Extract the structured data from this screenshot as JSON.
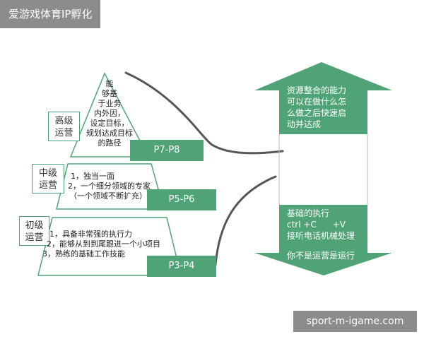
{
  "header": {
    "title": "爱游戏体育IP孵化"
  },
  "watermark": {
    "text": "sport-m-igame.com"
  },
  "levels": {
    "senior": {
      "label": [
        "高级",
        "运营"
      ],
      "range": "P7-P8",
      "desc": [
        "能",
        "够基",
        "于业务",
        "内外因，",
        "设定目标，",
        "规划达成目标",
        "的路径"
      ]
    },
    "middle": {
      "label": [
        "中级",
        "运营"
      ],
      "range": "P5-P6",
      "desc": [
        "1，独当一面",
        "2，一个细分领域的专家",
        "（一个领域不断扩充）"
      ]
    },
    "junior": {
      "label": [
        "初级",
        "运营"
      ],
      "range": "P3-P4",
      "desc": [
        "1，具备非常强的执行力",
        "2，能够从到到尾跟进一个小项目",
        "3，熟练的基础工作技能"
      ]
    }
  },
  "up_arrow": {
    "lines": [
      "资源整合的能力",
      "可以在做什么怎",
      "么做之后快速启",
      "动并达成"
    ]
  },
  "down_arrow": {
    "lines": [
      "基础的执行",
      "ctrl +C      +V",
      "接听电话机械处理",
      "",
      "你不是运营是运行"
    ]
  },
  "colors": {
    "accent": "#4fa377",
    "badge": "#8c8c8c",
    "curve": "#555555"
  }
}
